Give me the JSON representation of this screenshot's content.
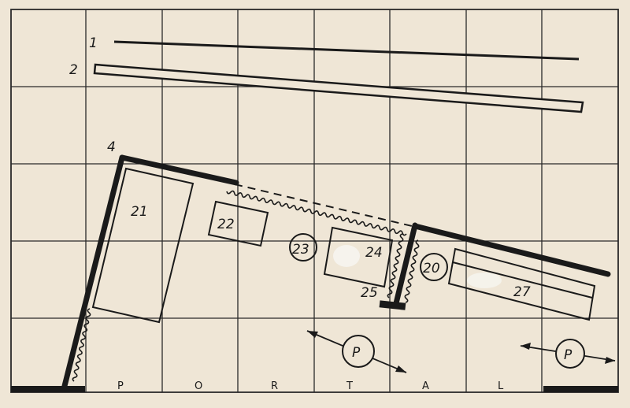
{
  "colors": {
    "paper": "#efe6d6",
    "ink": "#1a1a1a",
    "grid": "#2a2a2a",
    "patch": "#f6f4ef"
  },
  "portal": {
    "letters": [
      "P",
      "O",
      "R",
      "T",
      "A",
      "L"
    ]
  },
  "labels": {
    "line_1": "1",
    "line_2": "2",
    "wall_4": "4",
    "box_21": "21",
    "box_22": "22",
    "circle_23": "23",
    "box_24": "24",
    "label_25": "25",
    "circle_20": "20",
    "box_27": "27",
    "p_center": "P",
    "p_right": "P"
  }
}
